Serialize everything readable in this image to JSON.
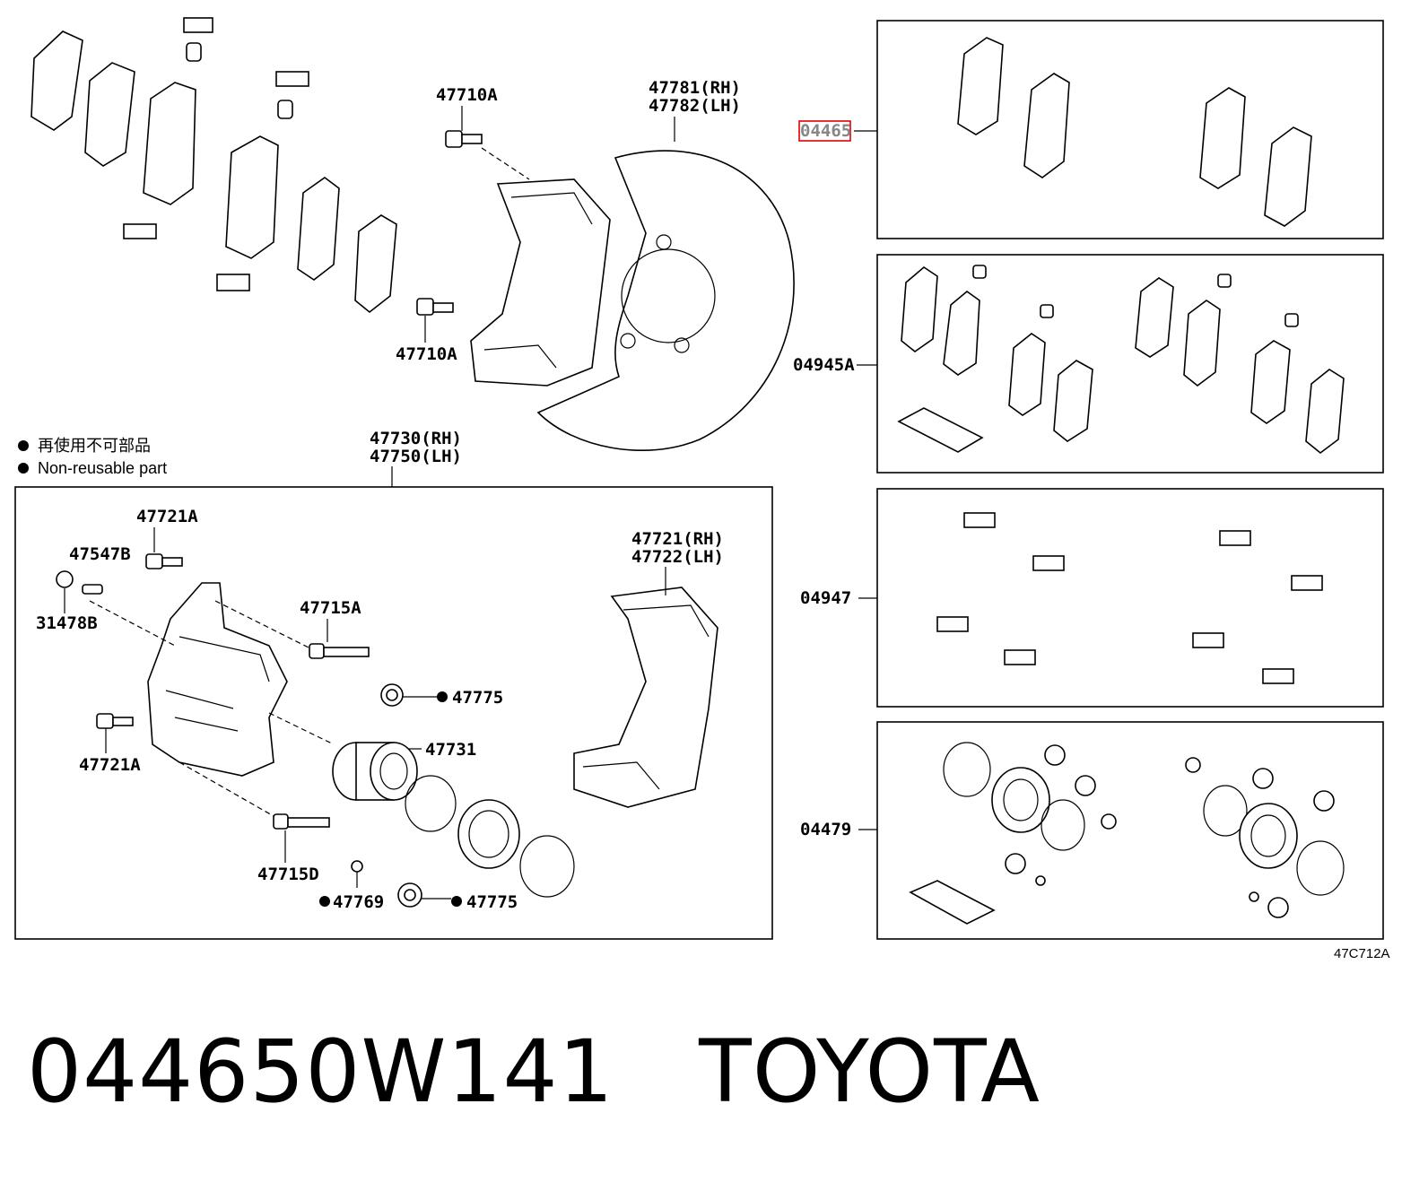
{
  "legend": {
    "line_jp": "再使用不可部品",
    "line_en": "Non-reusable part"
  },
  "labels": {
    "p47710a_top": "47710A",
    "p47710a_bottom": "47710A",
    "p47781": "47781(RH)",
    "p47782": "47782(LH)",
    "p47730": "47730(RH)",
    "p47750": "47750(LH)",
    "p47721a_top": "47721A",
    "p47547b": "47547B",
    "p31478b": "31478B",
    "p47715a": "47715A",
    "p47775_a": "47775",
    "p47731": "47731",
    "p47721a_bottom": "47721A",
    "p47715d": "47715D",
    "p47769": "47769",
    "p47775_b": "47775",
    "p47721": "47721(RH)",
    "p47722": "47722(LH)",
    "p04465": "04465",
    "p04945a": "04945A",
    "p04947": "04947",
    "p04479": "04479",
    "figure_code": "47C712A"
  },
  "highlight_color": "#e00000",
  "caption": {
    "part_number": "044650W141",
    "brand": "TOYOTA"
  }
}
